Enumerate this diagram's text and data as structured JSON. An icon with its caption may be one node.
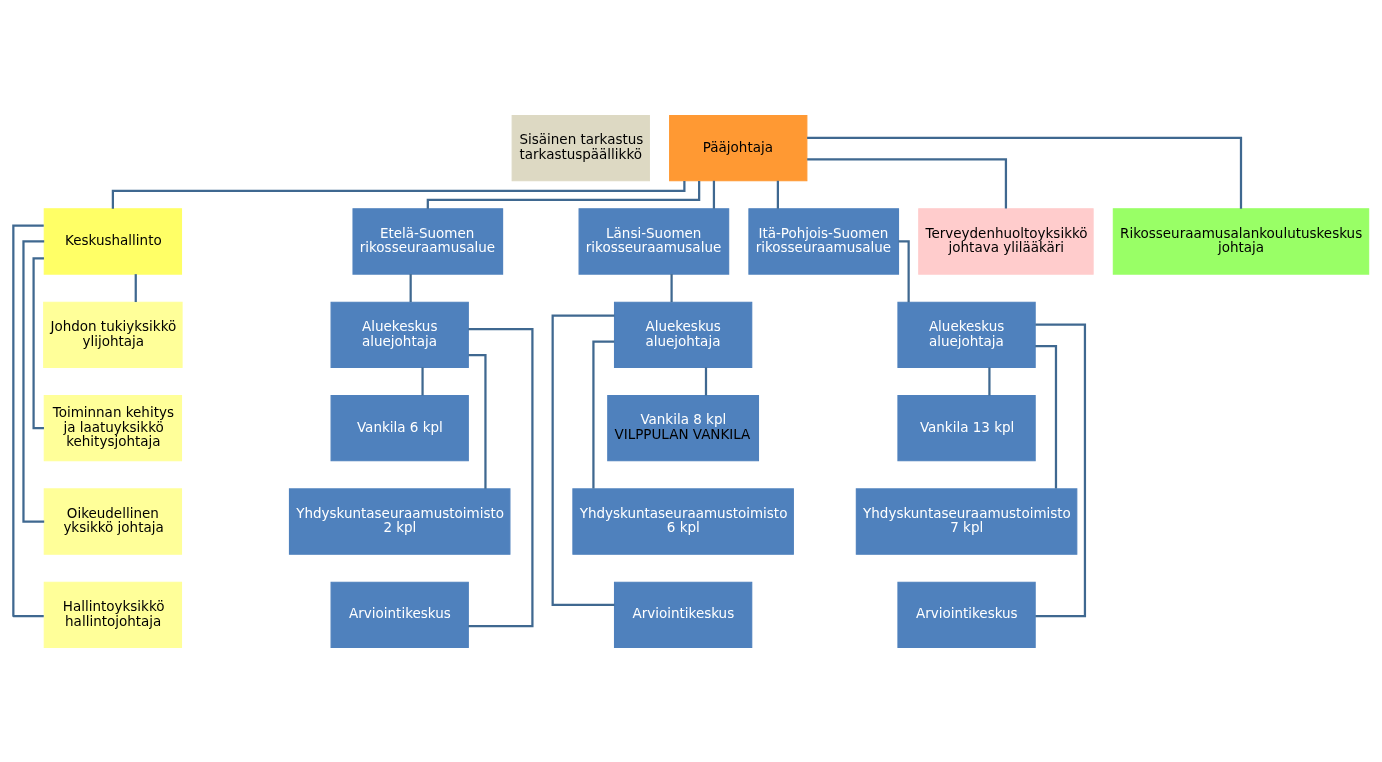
{
  "diagram": {
    "nodes": [
      {
        "text": [
          "Sisäinen tarkastus tarkastuspäällikkö"
        ]
      },
      {
        "text": [
          "Pääjohtaja"
        ]
      },
      {
        "text": [
          "Keskushallinto"
        ]
      },
      {
        "text": [
          "Etelä-Suomen rikosseuraamusalue"
        ]
      },
      {
        "text": [
          "Länsi-Suomen rikosseuraamusalue"
        ]
      },
      {
        "text": [
          "Itä-Pohjois-Suomen rikosseuraamusalue"
        ]
      },
      {
        "text": [
          "Terveydenhuoltoyksikkö johtava ylilääkäri"
        ]
      },
      {
        "text": [
          "Rikosseuraamusalankoulutuskeskus johtaja"
        ]
      },
      {
        "text": [
          "Johdon tukiyksikkö ylijohtaja"
        ]
      },
      {
        "text": [
          "Toiminnan kehitys ja laatuyksikkö kehitysjohtaja"
        ]
      },
      {
        "text": [
          "Oikeudellinen yksikkö johtaja"
        ]
      },
      {
        "text": [
          "Hallintoyksikkö hallintojohtaja"
        ]
      },
      {
        "text": [
          "Aluekeskus aluejohtaja"
        ]
      },
      {
        "text": [
          "Vankila 6 kpl"
        ]
      },
      {
        "text": [
          "Yhdyskuntaseuraamustoimisto 2 kpl"
        ]
      },
      {
        "text": [
          "Arviointikeskus"
        ]
      },
      {
        "text": [
          "Aluekeskus aluejohtaja"
        ]
      },
      {
        "text": [
          "Vankila 8 kpl",
          "VILPPULAN VANKILA"
        ]
      },
      {
        "text": [
          "Yhdyskuntaseuraamustoimisto 6 kpl"
        ]
      },
      {
        "text": [
          "Arviointikeskus"
        ]
      },
      {
        "text": [
          "Aluekeskus aluejohtaja"
        ]
      },
      {
        "text": [
          "Vankila 13 kpl"
        ]
      },
      {
        "text": [
          "Yhdyskuntaseuraamustoimisto 7 kpl"
        ]
      },
      {
        "text": [
          "Arviointikeskus"
        ]
      }
    ],
    "edges": [
      {
        "from": 1,
        "to": 2,
        "arrow": "none"
      },
      {
        "from": 1,
        "to": 3,
        "arrow": "none"
      },
      {
        "from": 1,
        "to": 4,
        "arrow": "none"
      },
      {
        "from": 1,
        "to": 5,
        "arrow": "none"
      },
      {
        "from": 1,
        "to": 6,
        "arrow": "none"
      },
      {
        "from": 1,
        "to": 7,
        "arrow": "none"
      },
      {
        "from": 2,
        "to": 8,
        "arrow": "none"
      },
      {
        "from": 2,
        "to": 9,
        "arrow": "none"
      },
      {
        "from": 2,
        "to": 10,
        "arrow": "none"
      },
      {
        "from": 2,
        "to": 11,
        "arrow": "none"
      },
      {
        "from": 3,
        "to": 12,
        "arrow": "none"
      },
      {
        "from": 12,
        "to": 13,
        "arrow": "none"
      },
      {
        "from": 12,
        "to": 14,
        "arrow": "none"
      },
      {
        "from": 12,
        "to": 15,
        "arrow": "none"
      },
      {
        "from": 4,
        "to": 16,
        "arrow": "none"
      },
      {
        "from": 16,
        "to": 17,
        "arrow": "none"
      },
      {
        "from": 16,
        "to": 18,
        "arrow": "none"
      },
      {
        "from": 16,
        "to": 19,
        "arrow": "none"
      },
      {
        "from": 5,
        "to": 20,
        "arrow": "none"
      },
      {
        "from": 20,
        "to": 21,
        "arrow": "none"
      },
      {
        "from": 20,
        "to": 22,
        "arrow": "none"
      },
      {
        "from": 20,
        "to": 23,
        "arrow": "none"
      }
    ]
  }
}
